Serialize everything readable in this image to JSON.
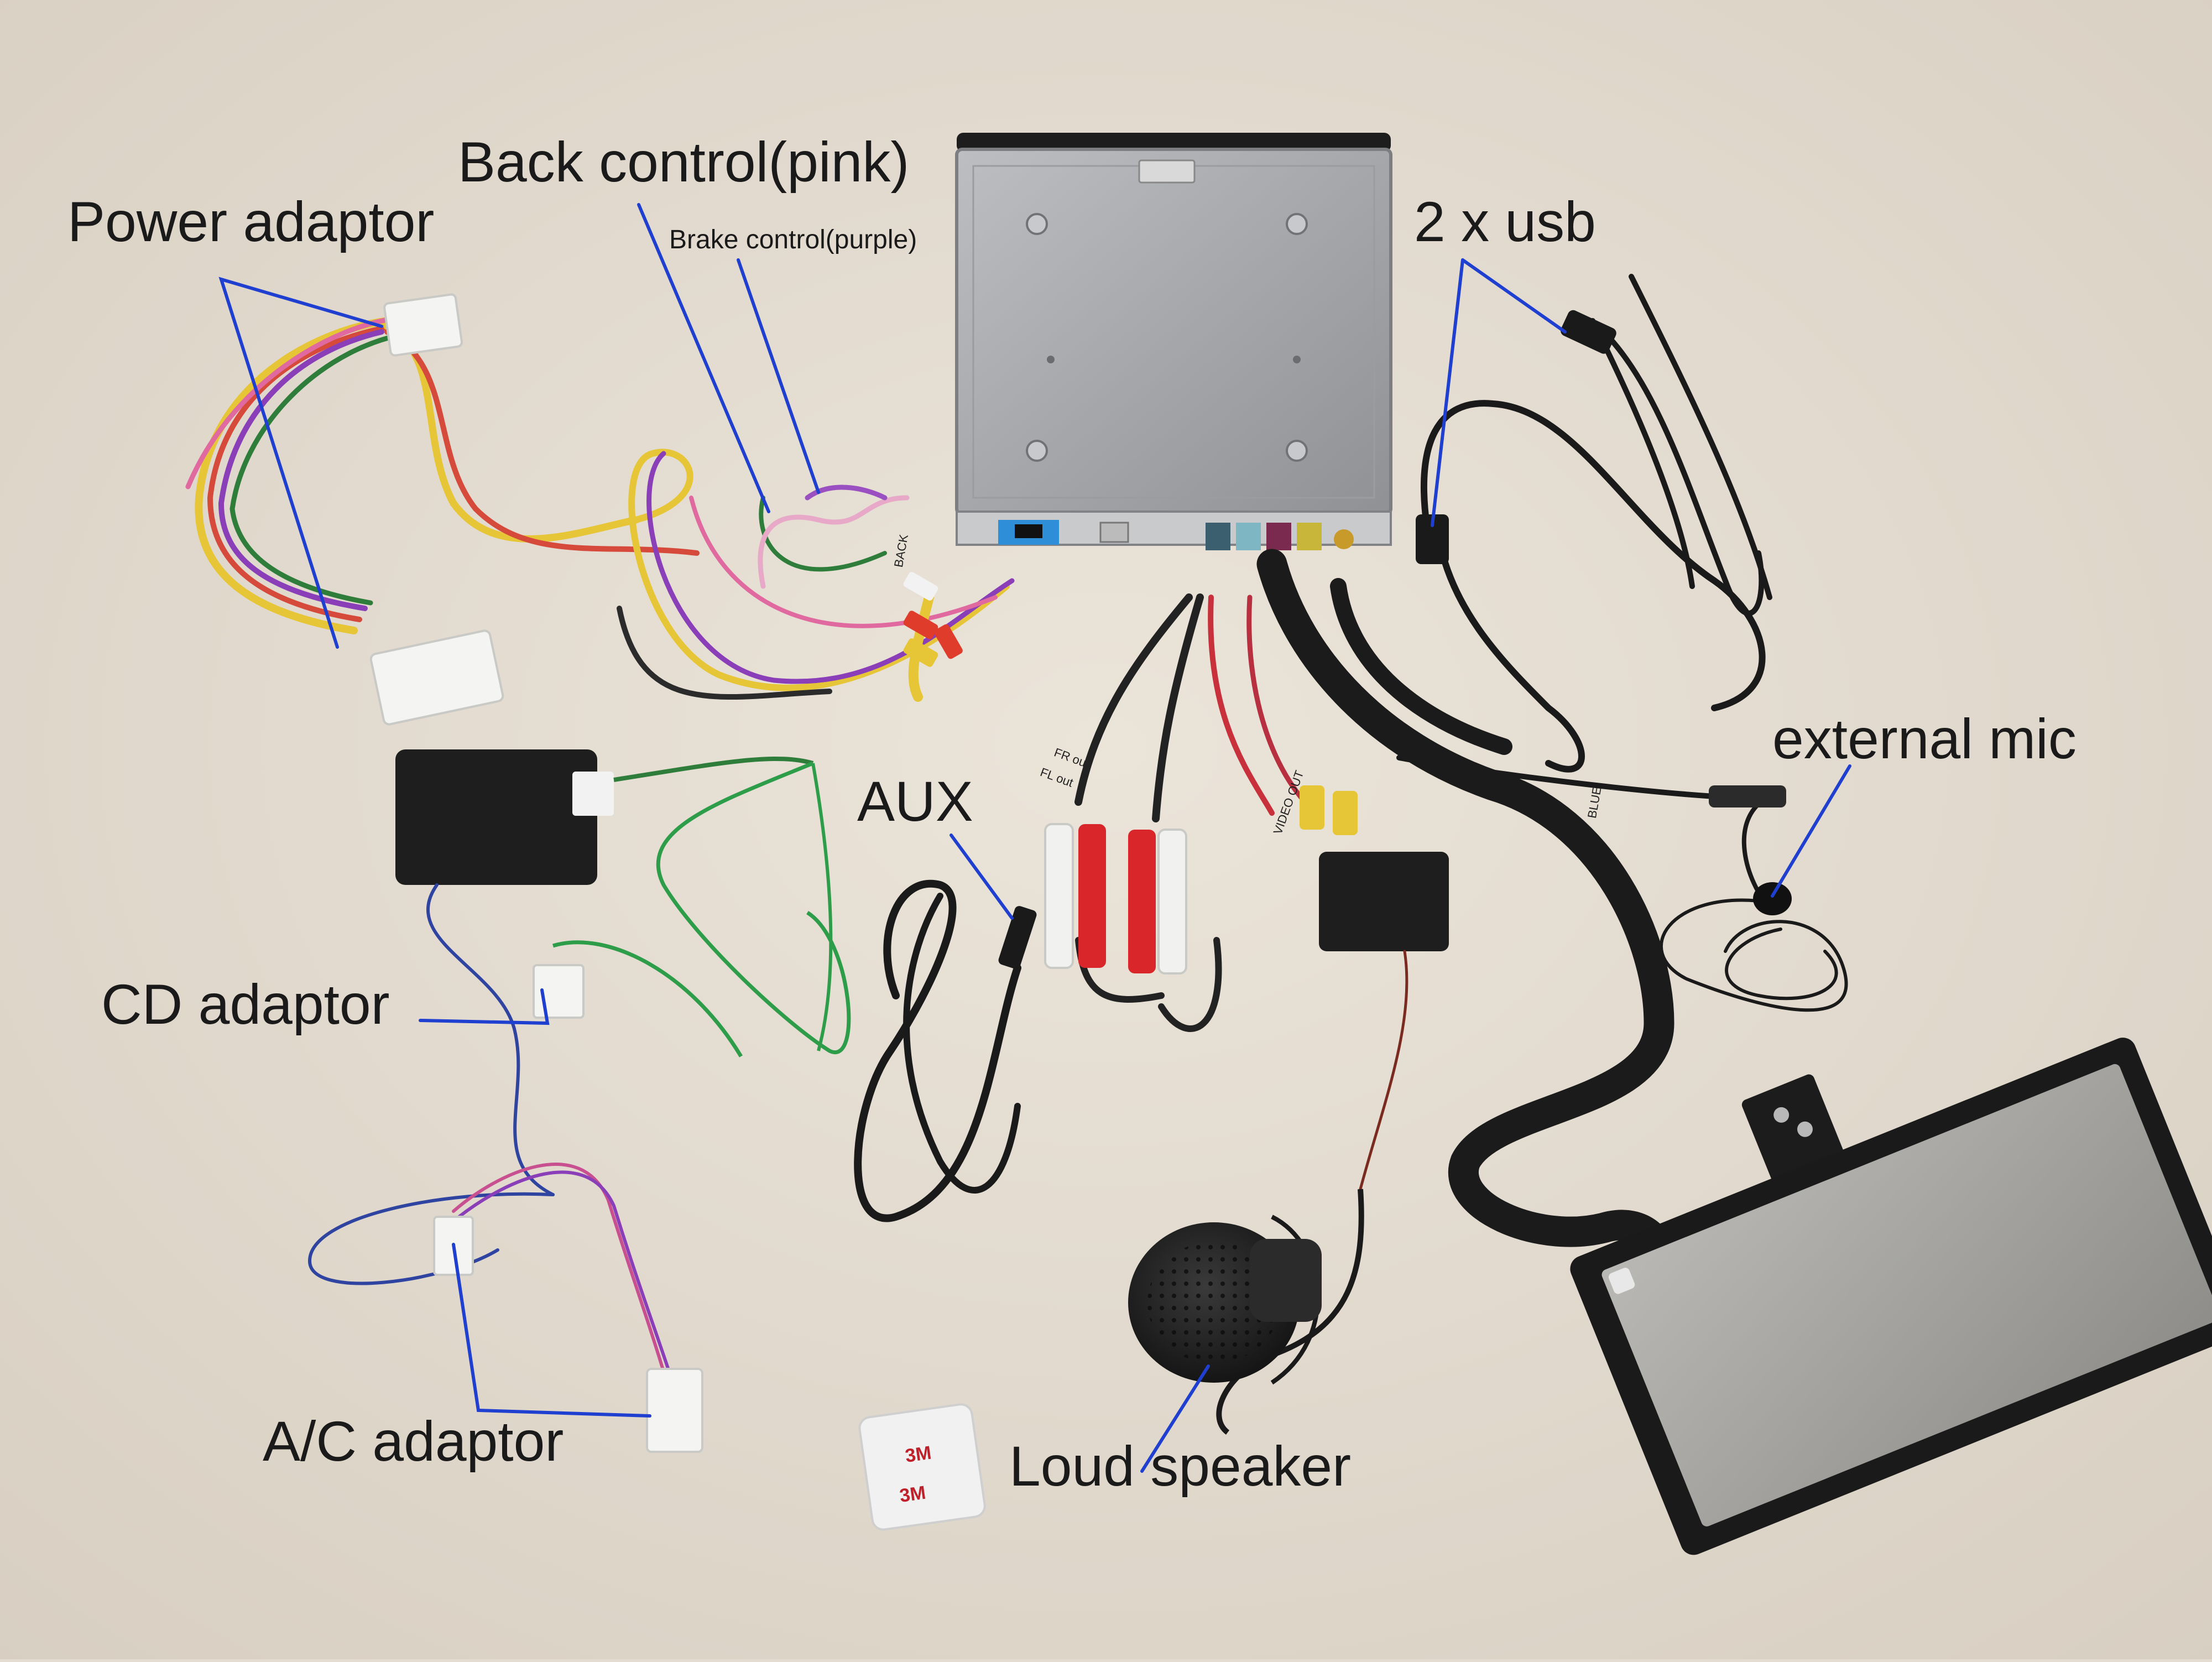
{
  "labels": {
    "back_control": "Back control(pink)",
    "brake_control": "Brake control(purple)",
    "power_adaptor": "Power adaptor",
    "two_usb": "2 x usb",
    "external_mic": "external mic",
    "aux": "AUX",
    "cd_adaptor": "CD  adaptor",
    "ac_adaptor": "A/C adaptor",
    "loud_speaker": "Loud speaker"
  },
  "small_tags": {
    "back": "BACK",
    "fr_out": "FR out",
    "fl_out": "FL out",
    "video_out": "VIDEO OUT",
    "blue": "BLUE"
  },
  "colors": {
    "background": "#e4dcd0",
    "annotation_line": "#1f3fd0",
    "label_text": "#1a1a1a",
    "unit_metal": "#a9abaf",
    "black_part": "#1b1b1b"
  }
}
